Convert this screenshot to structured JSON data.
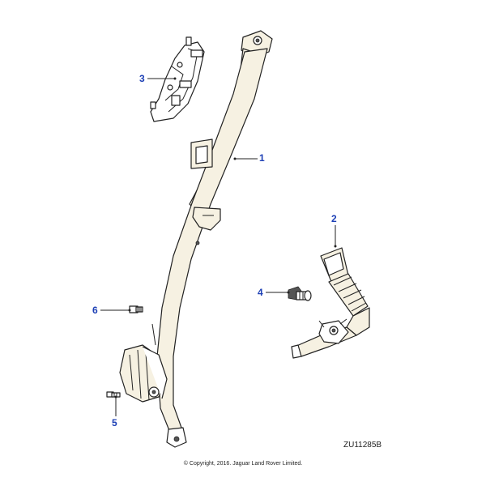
{
  "callouts": {
    "c1": "1",
    "c2": "2",
    "c3": "3",
    "c4": "4",
    "c5": "5",
    "c6": "6"
  },
  "reference": "ZU11285B",
  "copyright": "© Copyright, 2016. Jaguar Land Rover Limited.",
  "colors": {
    "callout": "#1c3fb5",
    "belt_fill": "#f6f1e2",
    "line": "#222222"
  }
}
